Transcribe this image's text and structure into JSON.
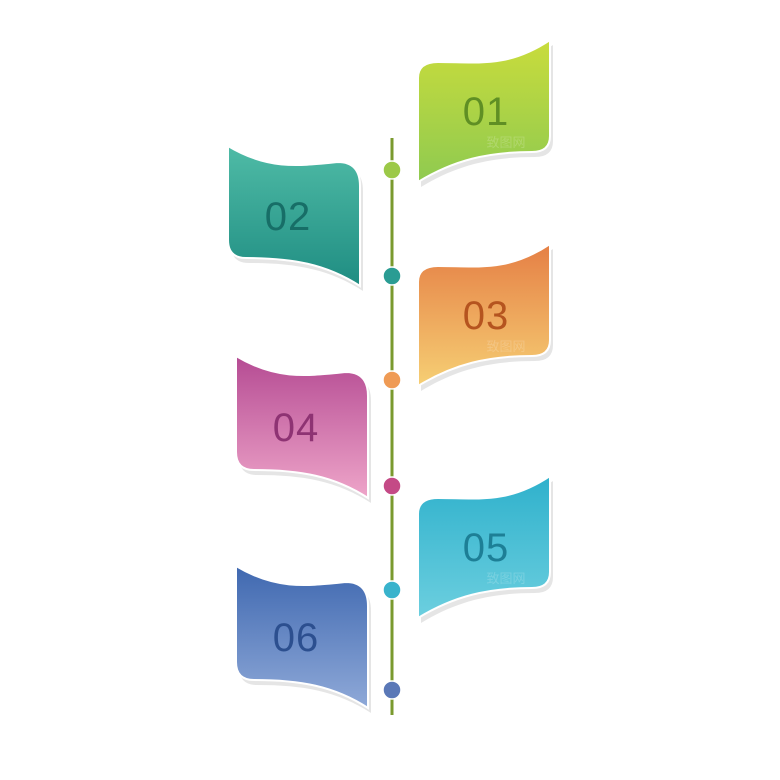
{
  "watermark": "致图网",
  "steps": [
    {
      "label": "01",
      "side": "right",
      "top": "#c9dc3c",
      "bottom": "#8fca50",
      "text": "#5f8f24"
    },
    {
      "label": "02",
      "side": "left",
      "top": "#4fbba6",
      "bottom": "#1f8d82",
      "text": "#176e67"
    },
    {
      "label": "03",
      "side": "right",
      "top": "#e57f45",
      "bottom": "#f6cf74",
      "text": "#b5541f"
    },
    {
      "label": "04",
      "side": "left",
      "top": "#b54b93",
      "bottom": "#eea5c9",
      "text": "#8e3373"
    },
    {
      "label": "05",
      "side": "right",
      "top": "#2fb1cc",
      "bottom": "#6ccfdf",
      "text": "#1d7f96"
    },
    {
      "label": "06",
      "side": "left",
      "top": "#3f68b0",
      "bottom": "#8fa9d8",
      "text": "#2c4f8f"
    }
  ],
  "timeline_color": "#7a9a2e",
  "dot_colors": [
    "#9cc948",
    "#2a9c93",
    "#ef9b55",
    "#c44a86",
    "#39b3cc",
    "#5a78b7"
  ]
}
